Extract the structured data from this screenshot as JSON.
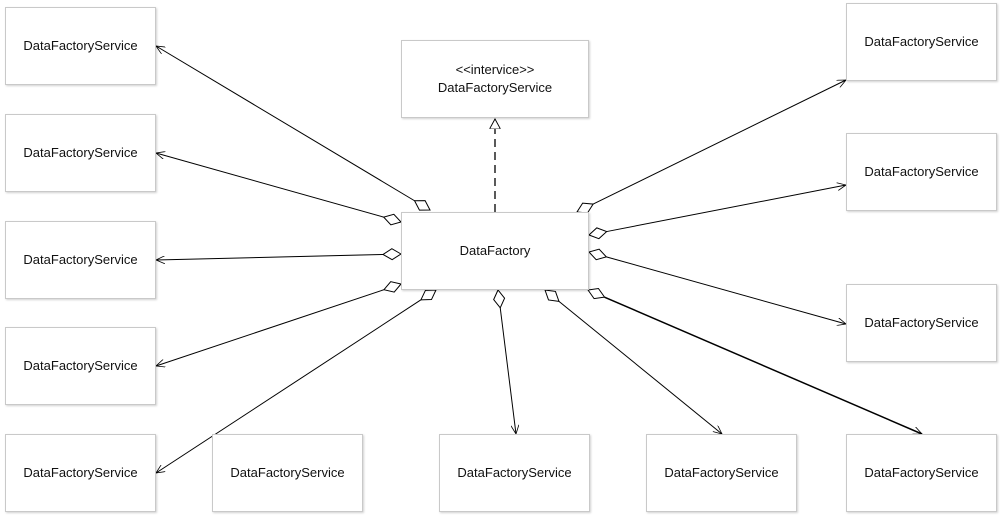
{
  "diagram": {
    "interface": {
      "stereotype": "<<intervice>>",
      "name": "DataFactoryService"
    },
    "center": {
      "name": "DataFactory"
    },
    "services": [
      {
        "id": "l1",
        "name": "DataFactoryService"
      },
      {
        "id": "l2",
        "name": "DataFactoryService"
      },
      {
        "id": "l3",
        "name": "DataFactoryService"
      },
      {
        "id": "l4",
        "name": "DataFactoryService"
      },
      {
        "id": "l5",
        "name": "DataFactoryService"
      },
      {
        "id": "b1",
        "name": "DataFactoryService"
      },
      {
        "id": "b2",
        "name": "DataFactoryService"
      },
      {
        "id": "b3",
        "name": "DataFactoryService"
      },
      {
        "id": "r5",
        "name": "DataFactoryService"
      },
      {
        "id": "r1",
        "name": "DataFactoryService"
      },
      {
        "id": "r2",
        "name": "DataFactoryService"
      },
      {
        "id": "r3",
        "name": "DataFactoryService"
      }
    ],
    "relations": [
      {
        "from": "center",
        "to": "interface",
        "type": "realization"
      },
      {
        "from": "center",
        "to": "l1",
        "type": "aggregation"
      },
      {
        "from": "center",
        "to": "l2",
        "type": "aggregation"
      },
      {
        "from": "center",
        "to": "l3",
        "type": "aggregation"
      },
      {
        "from": "center",
        "to": "l4",
        "type": "aggregation"
      },
      {
        "from": "center",
        "to": "l5",
        "type": "aggregation"
      },
      {
        "from": "center",
        "to": "b2",
        "type": "aggregation"
      },
      {
        "from": "center",
        "to": "b3",
        "type": "aggregation"
      },
      {
        "from": "center",
        "to": "r5",
        "type": "aggregation"
      },
      {
        "from": "center",
        "to": "r1",
        "type": "aggregation"
      },
      {
        "from": "center",
        "to": "r2",
        "type": "aggregation"
      },
      {
        "from": "center",
        "to": "r3",
        "type": "aggregation"
      }
    ]
  }
}
